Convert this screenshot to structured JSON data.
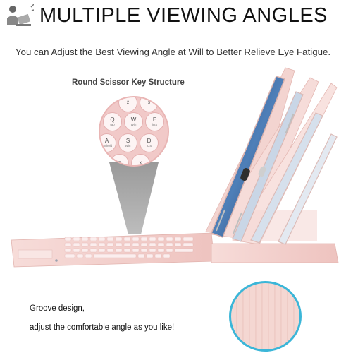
{
  "header": {
    "title": "MULTIPLE VIEWING ANGLES",
    "logo_icon": "person-at-laptop-icon"
  },
  "subtitle": "You can Adjust the Best Viewing Angle at Will to Better Relieve Eye Fatigue.",
  "key_callout": {
    "heading": "Round Scissor Key Structure",
    "keys": [
      {
        "main": "2",
        "sub": ""
      },
      {
        "main": "3",
        "sub": ""
      },
      {
        "main": "Q",
        "sub": "tab"
      },
      {
        "main": "W",
        "sub": "Win"
      },
      {
        "main": "E",
        "sub": "iOS"
      },
      {
        "main": "A",
        "sub": "Android"
      },
      {
        "main": "S",
        "sub": "Win"
      },
      {
        "main": "D",
        "sub": "iOS"
      },
      {
        "main": "Z",
        "sub": ""
      },
      {
        "main": "X",
        "sub": ""
      }
    ]
  },
  "groove_callout": {
    "line1": "Groove design,",
    "line2": "adjust the comfortable angle as you like!"
  },
  "colors": {
    "case_pink": "#f3cfcc",
    "key_pink": "#f1c9c8",
    "groove_border": "#3bb6d8",
    "screen_blue": "#2f4c7e"
  }
}
